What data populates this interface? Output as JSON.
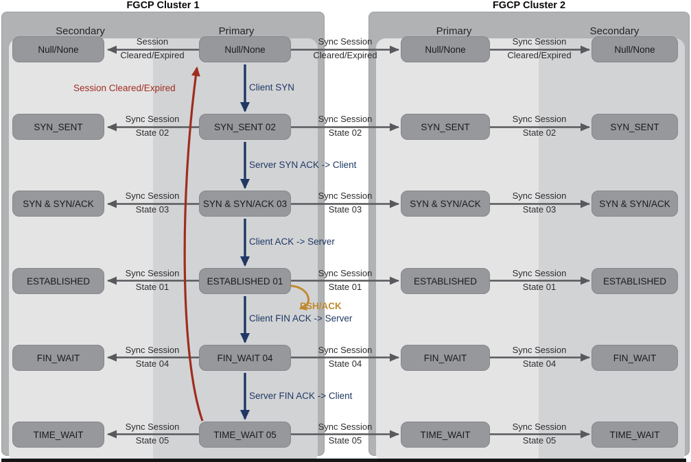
{
  "cluster1": {
    "title": "FGCP Cluster 1",
    "left_header": "Secondary",
    "right_header": "Primary"
  },
  "cluster2": {
    "title": "FGCP Cluster 2",
    "left_header": "Primary",
    "right_header": "Secondary"
  },
  "rows": [
    {
      "c1_secondary": "Null/None",
      "c1_primary": "Null/None",
      "c1_sync_1": "Session",
      "c1_sync_2": "Cleared/Expired",
      "cross_sync_1": "Sync Session",
      "cross_sync_2": "Cleared/Expired",
      "c2_primary": "Null/None",
      "c2_sync_1": "Sync Session",
      "c2_sync_2": "Cleared/Expired",
      "c2_secondary": "Null/None"
    },
    {
      "c1_secondary": "SYN_SENT",
      "c1_primary": "SYN_SENT 02",
      "c1_sync_1": "Sync Session",
      "c1_sync_2": "State 02",
      "cross_sync_1": "Sync Session",
      "cross_sync_2": "State 02",
      "c2_primary": "SYN_SENT",
      "c2_sync_1": "Sync Session",
      "c2_sync_2": "State 02",
      "c2_secondary": "SYN_SENT"
    },
    {
      "c1_secondary": "SYN & SYN/ACK",
      "c1_primary": "SYN & SYN/ACK 03",
      "c1_sync_1": "Sync Session",
      "c1_sync_2": "State 03",
      "cross_sync_1": "Sync Session",
      "cross_sync_2": "State 03",
      "c2_primary": "SYN & SYN/ACK",
      "c2_sync_1": "Sync Session",
      "c2_sync_2": "State 03",
      "c2_secondary": "SYN & SYN/ACK"
    },
    {
      "c1_secondary": "ESTABLISHED",
      "c1_primary": "ESTABLISHED 01",
      "c1_sync_1": "Sync Session",
      "c1_sync_2": "State 01",
      "cross_sync_1": "Sync Session",
      "cross_sync_2": "State 01",
      "c2_primary": "ESTABLISHED",
      "c2_sync_1": "Sync Session",
      "c2_sync_2": "State 01",
      "c2_secondary": "ESTABLISHED"
    },
    {
      "c1_secondary": "FIN_WAIT",
      "c1_primary": "FIN_WAIT 04",
      "c1_sync_1": "Sync Session",
      "c1_sync_2": "State 04",
      "cross_sync_1": "Sync Session",
      "cross_sync_2": "State 04",
      "c2_primary": "FIN_WAIT",
      "c2_sync_1": "Sync Session",
      "c2_sync_2": "State 04",
      "c2_secondary": "FIN_WAIT"
    },
    {
      "c1_secondary": "TIME_WAIT",
      "c1_primary": "TIME_WAIT 05",
      "c1_sync_1": "Sync Session",
      "c1_sync_2": "State 05",
      "cross_sync_1": "Sync Session",
      "cross_sync_2": "State 05",
      "c2_primary": "TIME_WAIT",
      "c2_sync_1": "Sync Session",
      "c2_sync_2": "State 05",
      "c2_secondary": "TIME_WAIT"
    }
  ],
  "transitions": [
    "Client SYN",
    "Server SYN ACK -> Client",
    "Client ACK -> Server",
    "Client FIN ACK -> Server",
    "Server FIN ACK -> Client"
  ],
  "annotations": {
    "session_cleared_expired": "Session Cleared/Expired",
    "psh_ack": "PSH/ACK"
  },
  "colors": {
    "navy": "#1f3864",
    "red": "#9f2d1e",
    "gold": "#bf8b2e",
    "arrow_gray": "#58595c",
    "panel_light": "#e4e4e5",
    "panel_dark": "#d2d3d5",
    "box_fill": "#97989b",
    "frame": "#b1b2b4"
  }
}
